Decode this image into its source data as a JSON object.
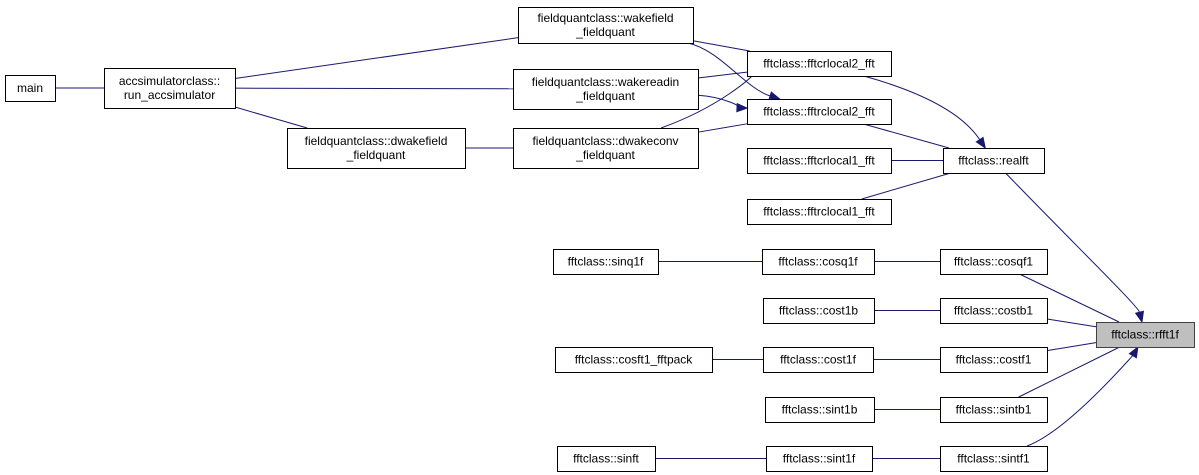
{
  "graph": {
    "title": "",
    "colors": {
      "edge": "#191970",
      "focus_fill": "#bfbfbf",
      "node_border": "#000000",
      "node_fill": "#ffffff"
    },
    "nodes": [
      {
        "id": "main",
        "lines": [
          "main"
        ]
      },
      {
        "id": "acc_run",
        "lines": [
          "accsimulatorclass::",
          "run_accsimulator"
        ]
      },
      {
        "id": "fq_dwakefield",
        "lines": [
          "fieldquantclass::dwakefield",
          "_fieldquant"
        ]
      },
      {
        "id": "fq_wakefield",
        "lines": [
          "fieldquantclass::wakefield",
          "_fieldquant"
        ]
      },
      {
        "id": "fq_wakereadin",
        "lines": [
          "fieldquantclass::wakereadin",
          "_fieldquant"
        ]
      },
      {
        "id": "fq_dwakeconv",
        "lines": [
          "fieldquantclass::dwakeconv",
          "_fieldquant"
        ]
      },
      {
        "id": "fft_crlocal2",
        "lines": [
          "fftclass::fftcrlocal2_fft"
        ]
      },
      {
        "id": "fft_rclocal2",
        "lines": [
          "fftclass::fftrclocal2_fft"
        ]
      },
      {
        "id": "fft_crlocal1",
        "lines": [
          "fftclass::fftcrlocal1_fft"
        ]
      },
      {
        "id": "fft_rclocal1",
        "lines": [
          "fftclass::fftrclocal1_fft"
        ]
      },
      {
        "id": "realft",
        "lines": [
          "fftclass::realft"
        ]
      },
      {
        "id": "sinq1f",
        "lines": [
          "fftclass::sinq1f"
        ]
      },
      {
        "id": "cosq1f",
        "lines": [
          "fftclass::cosq1f"
        ]
      },
      {
        "id": "cosqf1",
        "lines": [
          "fftclass::cosqf1"
        ]
      },
      {
        "id": "cost1b",
        "lines": [
          "fftclass::cost1b"
        ]
      },
      {
        "id": "costb1",
        "lines": [
          "fftclass::costb1"
        ]
      },
      {
        "id": "cosft1",
        "lines": [
          "fftclass::cosft1_fftpack"
        ]
      },
      {
        "id": "cost1f",
        "lines": [
          "fftclass::cost1f"
        ]
      },
      {
        "id": "costf1",
        "lines": [
          "fftclass::costf1"
        ]
      },
      {
        "id": "sint1b",
        "lines": [
          "fftclass::sint1b"
        ]
      },
      {
        "id": "sintb1",
        "lines": [
          "fftclass::sintb1"
        ]
      },
      {
        "id": "sinft",
        "lines": [
          "fftclass::sinft"
        ]
      },
      {
        "id": "sint1f",
        "lines": [
          "fftclass::sint1f"
        ]
      },
      {
        "id": "sintf1",
        "lines": [
          "fftclass::sintf1"
        ]
      },
      {
        "id": "rfft1f",
        "lines": [
          "fftclass::rfft1f"
        ],
        "focus": true
      }
    ],
    "edges": [
      {
        "from": "main",
        "to": "acc_run"
      },
      {
        "from": "acc_run",
        "to": "fq_wakefield"
      },
      {
        "from": "acc_run",
        "to": "fq_wakereadin"
      },
      {
        "from": "acc_run",
        "to": "fq_dwakefield"
      },
      {
        "from": "fq_dwakefield",
        "to": "fq_dwakeconv"
      },
      {
        "from": "fq_wakefield",
        "to": "fft_crlocal2"
      },
      {
        "from": "fq_wakefield",
        "to": "fft_rclocal2"
      },
      {
        "from": "fq_wakereadin",
        "to": "fft_crlocal2"
      },
      {
        "from": "fq_wakereadin",
        "to": "fft_rclocal2"
      },
      {
        "from": "fq_dwakeconv",
        "to": "fft_crlocal2"
      },
      {
        "from": "fq_dwakeconv",
        "to": "fft_rclocal2"
      },
      {
        "from": "fft_crlocal2",
        "to": "realft"
      },
      {
        "from": "fft_rclocal2",
        "to": "realft"
      },
      {
        "from": "fft_crlocal1",
        "to": "realft"
      },
      {
        "from": "fft_rclocal1",
        "to": "realft"
      },
      {
        "from": "realft",
        "to": "rfft1f"
      },
      {
        "from": "sinq1f",
        "to": "cosq1f"
      },
      {
        "from": "cosq1f",
        "to": "cosqf1"
      },
      {
        "from": "cosqf1",
        "to": "rfft1f"
      },
      {
        "from": "cost1b",
        "to": "costb1"
      },
      {
        "from": "costb1",
        "to": "rfft1f"
      },
      {
        "from": "cosft1",
        "to": "cost1f"
      },
      {
        "from": "cost1f",
        "to": "costf1"
      },
      {
        "from": "costf1",
        "to": "rfft1f"
      },
      {
        "from": "sint1b",
        "to": "sintb1"
      },
      {
        "from": "sintb1",
        "to": "rfft1f"
      },
      {
        "from": "sinft",
        "to": "sint1f"
      },
      {
        "from": "sint1f",
        "to": "sintf1"
      },
      {
        "from": "sintf1",
        "to": "rfft1f"
      }
    ]
  }
}
